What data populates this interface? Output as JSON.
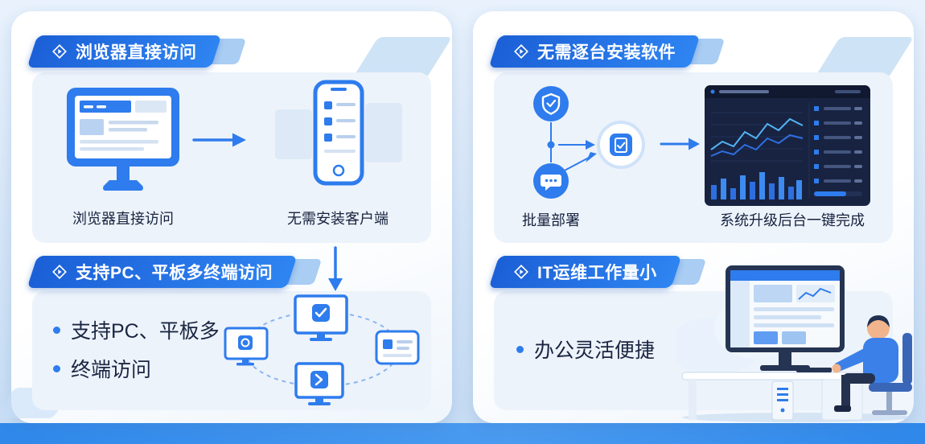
{
  "theme": {
    "accent_blue": "#2e7ced",
    "ribbon_gradient_start": "#1b5fd6",
    "ribbon_gradient_end": "#2f85f2",
    "page_background_top": "#e9f2fc",
    "page_background_bottom": "#c6dcf3",
    "bottom_bar_color": "#2f88ea",
    "inner_card_background": "#edf3fa",
    "dashboard_background": "#182342",
    "text_dark": "#17233f"
  },
  "left_panel": {
    "section1": {
      "title": "浏览器直接访问",
      "caption_browser": "浏览器直接访问",
      "caption_no_client": "无需安装客户端"
    },
    "section2": {
      "title": "支持PC、平板多终端访问",
      "bullets": [
        "支持PC、平板多",
        "终端访问"
      ]
    }
  },
  "right_panel": {
    "section1": {
      "title": "无需逐台安装软件",
      "caption_batch": "批量部署",
      "caption_upgrade": "系统升级后台一键完成"
    },
    "section2": {
      "title": "IT运维工作量小",
      "bullets": [
        "办公灵活便捷"
      ]
    }
  },
  "icons": [
    "diamond-arrow-icon",
    "desktop-monitor-icon",
    "smartphone-icon",
    "arrow-right-icon",
    "arrow-down-icon",
    "shield-icon",
    "chat-bubble-icon",
    "checklist-icon",
    "dashboard-screen-image",
    "devices-network-illustration",
    "person-at-desk-illustration"
  ]
}
